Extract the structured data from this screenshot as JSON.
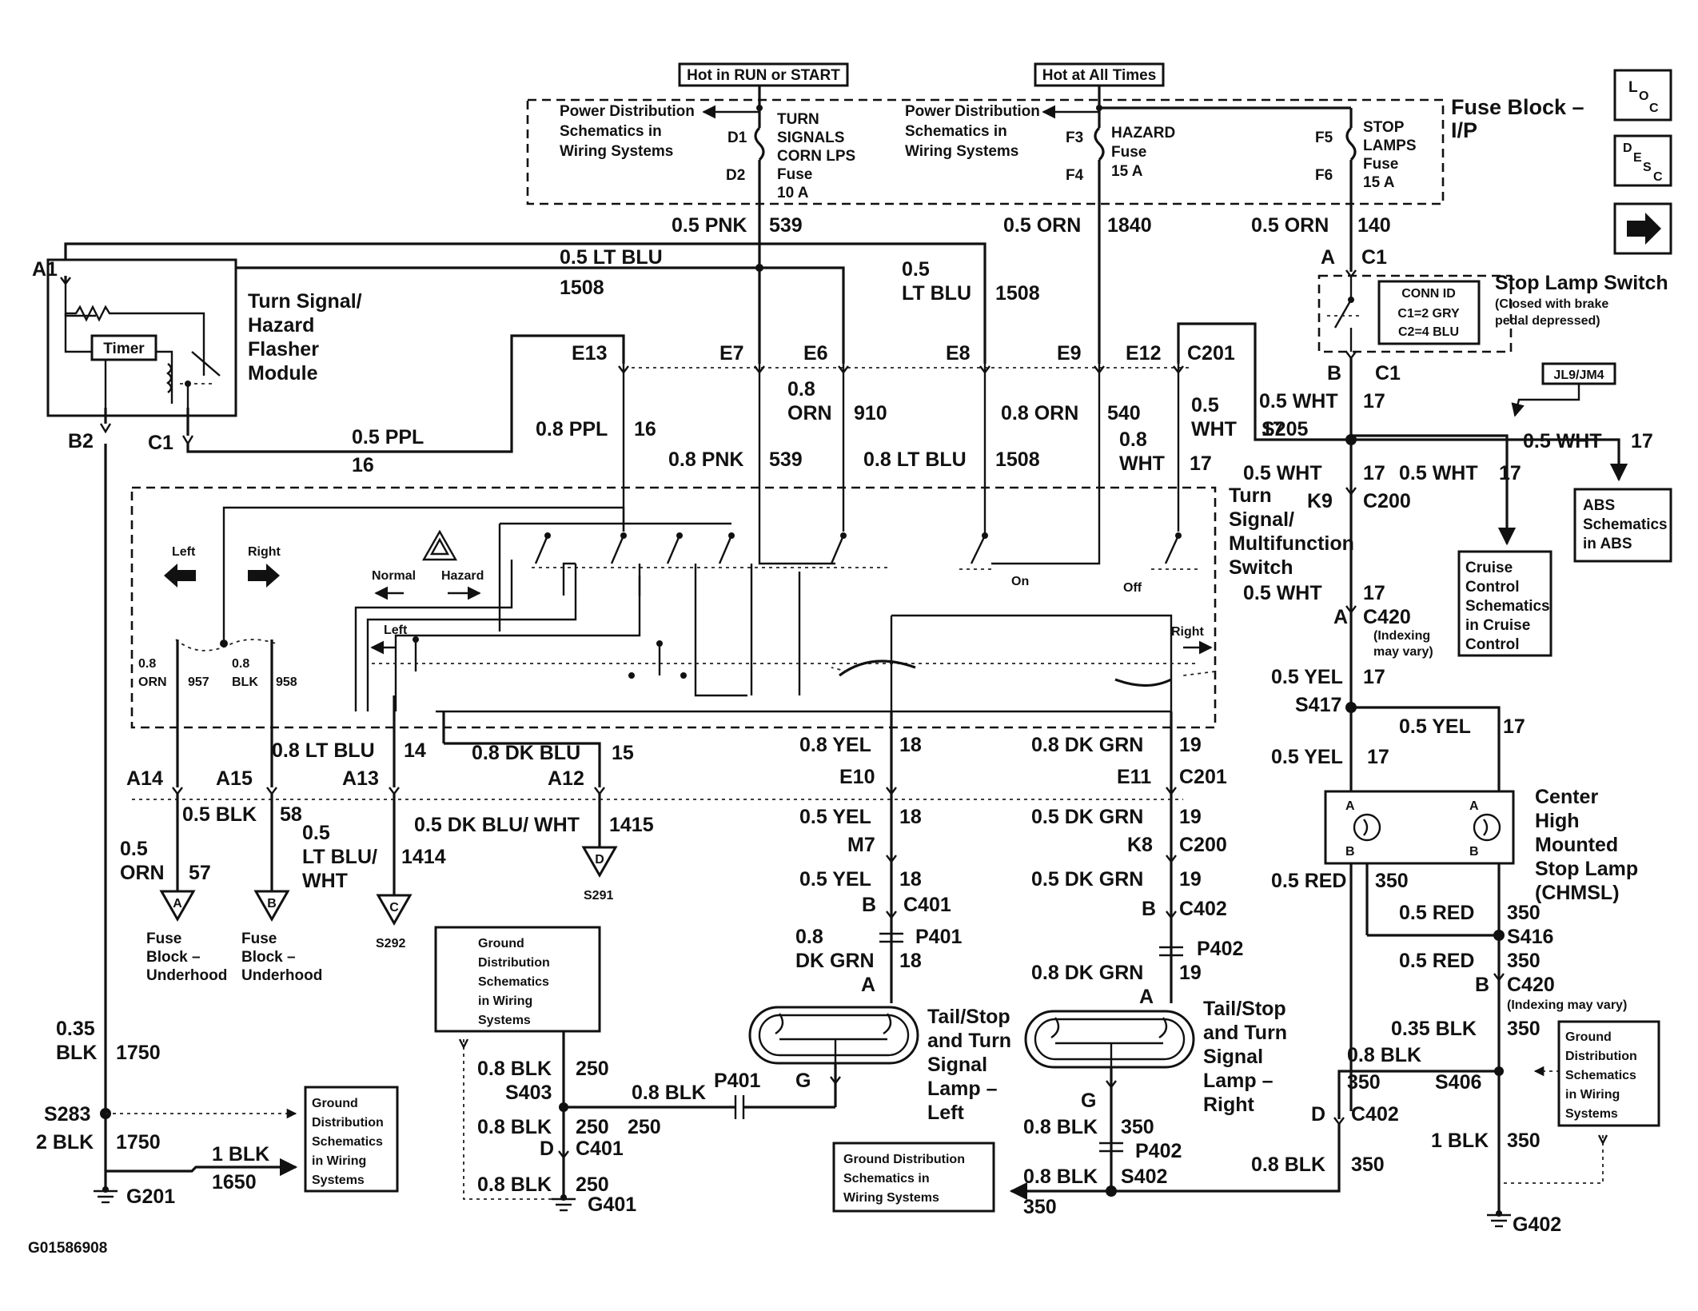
{
  "hot_labels": {
    "run_start": "Hot in RUN or START",
    "all_times": "Hot at All Times"
  },
  "fuse_block": {
    "title": [
      "Fuse Block –",
      "I/P"
    ],
    "power_dist": [
      "Power Distribution",
      "Schematics in",
      "Wiring Systems"
    ],
    "turn_fuse": [
      "TURN",
      "SIGNALS",
      "CORN LPS",
      "Fuse",
      "10 A"
    ],
    "hazard_fuse": [
      "HAZARD",
      "Fuse",
      "15 A"
    ],
    "stop_fuse": [
      "STOP",
      "LAMPS",
      "Fuse",
      "15 A"
    ],
    "pins": {
      "d1": "D1",
      "d2": "D2",
      "f3": "F3",
      "f4": "F4",
      "f5": "F5",
      "f6": "F6"
    }
  },
  "wires_top": {
    "pnk539": [
      "0.5 PNK",
      "539"
    ],
    "orn1840": [
      "0.5 ORN",
      "1840"
    ],
    "orn140": [
      "0.5 ORN",
      "140"
    ],
    "ltblu_a": [
      "0.5 LT BLU",
      "1508"
    ],
    "ltblu_b": [
      "0.5",
      "LT BLU",
      "1508"
    ]
  },
  "flasher": {
    "title": [
      "Turn Signal/",
      "Hazard",
      "Flasher",
      "Module"
    ],
    "timer": "Timer",
    "a1": "A1",
    "b2": "B2",
    "c1": "C1"
  },
  "wire_ppl_top": [
    "0.5 PPL",
    "16"
  ],
  "e_conn": {
    "e13": "E13",
    "e7": "E7",
    "e6": "E6",
    "e8": "E8",
    "e9": "E9",
    "e12": "E12",
    "c201": "C201"
  },
  "wires_mid": {
    "ppl16": [
      "0.8 PPL",
      "16"
    ],
    "orn910": [
      "0.8",
      "ORN",
      "910"
    ],
    "pnk539": [
      "0.8 PNK",
      "539"
    ],
    "ltblu1508": [
      "0.8 LT BLU",
      "1508"
    ],
    "orn540": [
      "0.8 ORN",
      "540"
    ],
    "wht17": [
      "0.8",
      "WHT",
      "17"
    ],
    "wht17b": [
      "0.5",
      "WHT",
      "17"
    ]
  },
  "stop_switch": {
    "title": "Stop Lamp Switch",
    "note": [
      "(Closed with brake",
      "pedal depressed)"
    ],
    "conn_id": [
      "CONN ID",
      "C1=2 GRY",
      "C2=4 BLU"
    ],
    "a": "A",
    "c1": "C1",
    "b": "B",
    "c1b": "C1"
  },
  "right_col": {
    "jl9": "JL9/JM4",
    "w_s205": [
      "0.5 WHT",
      "17",
      "S205"
    ],
    "w_abs": [
      "0.5 WHT",
      "17"
    ],
    "abs": [
      "ABS",
      "Schematics",
      "in ABS"
    ],
    "w_k9": [
      "0.5 WHT",
      "17",
      "K9",
      "C200"
    ],
    "w_cruise": [
      "0.5 WHT",
      "17"
    ],
    "cruise": [
      "Cruise",
      "Control",
      "Schematics",
      "in Cruise",
      "Control"
    ],
    "w_c420": [
      "0.5 WHT",
      "17",
      "A",
      "C420"
    ],
    "indexing": [
      "(Indexing",
      "may vary)"
    ],
    "w_yel": [
      "0.5 YEL",
      "17",
      "S417"
    ],
    "w_yel2": [
      "0.5 YEL",
      "17"
    ],
    "w_yel3": [
      "0.5 YEL",
      "17"
    ],
    "chmsl": [
      "Center",
      "High",
      "Mounted",
      "Stop Lamp",
      "(CHMSL)"
    ],
    "red_a": [
      "0.5 RED",
      "350"
    ],
    "red_b": [
      "0.5 RED",
      "350",
      "S416"
    ],
    "red_c": [
      "0.5 RED",
      "350",
      "B",
      "C420"
    ],
    "indexing2": "(Indexing may vary)",
    "blk_a": [
      "0.35 BLK",
      "350"
    ],
    "blk_b": [
      "0.8 BLK",
      "350",
      "S406"
    ],
    "blk_c": [
      "1 BLK",
      "350"
    ],
    "c402": [
      "D",
      "C402"
    ],
    "g402": "G402"
  },
  "switch": {
    "title": [
      "Turn",
      "Signal/",
      "Multifunction",
      "Switch"
    ],
    "left": "Left",
    "right": "Right",
    "normal": "Normal",
    "hazard": "Hazard",
    "on": "On",
    "off": "Off",
    "left2": "Left",
    "right2": "Right",
    "orn957": [
      "0.8",
      "ORN",
      "957"
    ],
    "blk958": [
      "0.8",
      "BLK",
      "958"
    ]
  },
  "lower_left": {
    "ltblu14": [
      "0.8 LT BLU",
      "14"
    ],
    "dkblu15": [
      "0.8 DK BLU",
      "15"
    ],
    "a14": "A14",
    "a15": "A15",
    "a13": "A13",
    "a12": "A12",
    "blk58": [
      "0.5 BLK",
      "58"
    ],
    "orn57": [
      "0.5",
      "ORN",
      "57"
    ],
    "ltbluwht": [
      "0.5",
      "LT BLU/",
      "WHT",
      "1414"
    ],
    "dkbluwht": [
      "0.5 DK BLU/ WHT",
      "1415"
    ],
    "fuse_a": [
      "Fuse",
      "Block –",
      "Underhood"
    ],
    "fuse_b": [
      "Fuse",
      "Block –",
      "Underhood"
    ],
    "s292": "S292",
    "s291": "S291"
  },
  "left_ground": {
    "blk1750": [
      "0.35",
      "BLK",
      "1750"
    ],
    "s283": [
      "S283",
      "2 BLK",
      "1750"
    ],
    "blk1650": [
      "1 BLK",
      "1650"
    ],
    "g201": "G201",
    "gd": [
      "Ground",
      "Distribution",
      "Schematics",
      "in Wiring",
      "Systems"
    ]
  },
  "center_left": {
    "yel18a": [
      "0.8 YEL",
      "18",
      "E10"
    ],
    "yel18b": [
      "0.5 YEL",
      "18",
      "M7"
    ],
    "yel18c": [
      "0.5 YEL",
      "18",
      "B",
      "C401"
    ],
    "dkgrn18": [
      "0.8",
      "DK GRN",
      "18",
      "A",
      "P401"
    ],
    "lamp": [
      "Tail/Stop",
      "and Turn",
      "Signal",
      "Lamp –",
      "Left"
    ],
    "g": "G",
    "gd": [
      "Ground",
      "Distribution",
      "Schematics",
      "in Wiring",
      "Systems"
    ],
    "blk250a": [
      "0.8 BLK",
      "250",
      "S403"
    ],
    "blk250b": [
      "0.8 BLK",
      "250",
      "250",
      "D",
      "C401"
    ],
    "blk250c": [
      "0.8 BLK",
      "250"
    ],
    "blk_p401": [
      "0.8 BLK",
      "P401"
    ],
    "g401": "G401"
  },
  "center_right": {
    "dkgrn19a": [
      "0.8 DK GRN",
      "19",
      "E11",
      "C201"
    ],
    "dkgrn19b": [
      "0.5 DK GRN",
      "19",
      "K8",
      "C200"
    ],
    "dkgrn19c": [
      "0.5 DK GRN",
      "19",
      "B",
      "C402"
    ],
    "dkgrn19d": [
      "0.8 DK GRN",
      "19",
      "A",
      "P402"
    ],
    "lamp": [
      "Tail/Stop",
      "and Turn",
      "Signal",
      "Lamp –",
      "Right"
    ],
    "g": "G",
    "blk350a": [
      "0.8 BLK",
      "350",
      "P402"
    ],
    "blk350b": [
      "0.8 BLK",
      "350",
      "S402"
    ],
    "blk350c": [
      "0.8 BLK",
      "350"
    ],
    "gd": [
      "Ground Distribution",
      "Schematics in",
      "Wiring Systems"
    ]
  },
  "icons": {
    "loc": [
      "L",
      "O",
      "C"
    ],
    "desc": [
      "D",
      "E",
      "S",
      "C"
    ]
  },
  "figure_id": "G01586908"
}
